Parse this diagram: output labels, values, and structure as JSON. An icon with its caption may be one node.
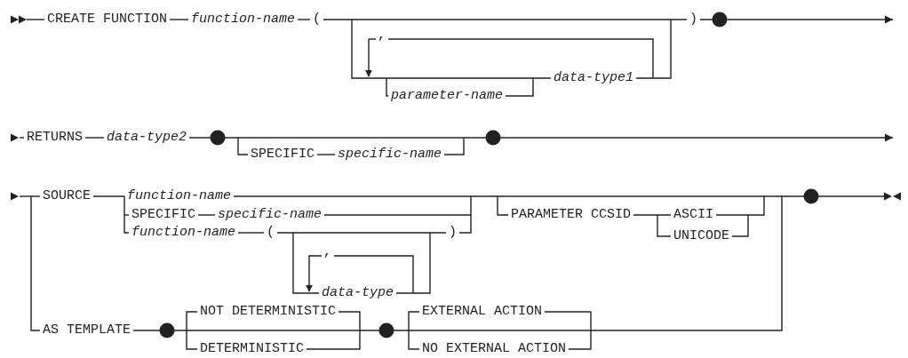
{
  "diagram": {
    "labels": [
      "CREATE FUNCTION",
      "function-name",
      "(",
      ")",
      ",",
      "data-type1",
      "parameter-name",
      "RETURNS",
      "data-type2",
      "SPECIFIC",
      "specific-name",
      "SOURCE",
      "function-name",
      "SPECIFIC",
      "specific-name",
      "PARAMETER CCSID",
      "ASCII",
      "function-name",
      "(",
      ")",
      "UNICODE",
      ",",
      "data-type",
      "NOT DETERMINISTIC",
      "EXTERNAL ACTION",
      "AS TEMPLATE",
      "DETERMINISTIC",
      "NO EXTERNAL ACTION"
    ]
  }
}
